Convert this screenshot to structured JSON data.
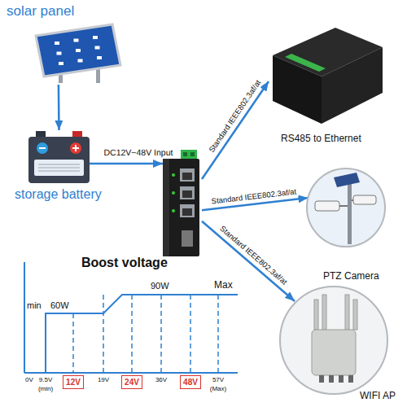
{
  "diagram": {
    "nodes": [
      {
        "text": [
          "solar panel"
        ]
      },
      {
        "text": [
          "storage battery"
        ]
      },
      {
        "text": []
      },
      {
        "text": [
          "RS485 to Ethernet"
        ]
      },
      {
        "text": [
          "PTZ Camera"
        ]
      },
      {
        "text": [
          "WIFI AP"
        ]
      },
      {
        "text": [
          "12V"
        ]
      },
      {
        "text": [
          "24V"
        ]
      },
      {
        "text": [
          "48V"
        ]
      }
    ],
    "edges": [
      {
        "from": 0,
        "to": 1,
        "arrow": "to"
      },
      {
        "from": 1,
        "to": 2,
        "label": "DC12V~48V Input",
        "arrow": "to"
      },
      {
        "from": 2,
        "to": 3,
        "label": "Standard IEEE802.3af/at",
        "arrow": "to"
      },
      {
        "from": 2,
        "to": 4,
        "label": "Standard IEEE802.3af/at",
        "arrow": "to"
      },
      {
        "from": 2,
        "to": 5,
        "label": "Standard IEEE802.3af/at",
        "arrow": "to"
      }
    ],
    "labels": [
      "Boost voltage",
      "min",
      "60W",
      "90W",
      "Max",
      "0V",
      "9.5V",
      "(min)",
      "19V",
      "36V",
      "57V",
      "(Max)"
    ]
  }
}
